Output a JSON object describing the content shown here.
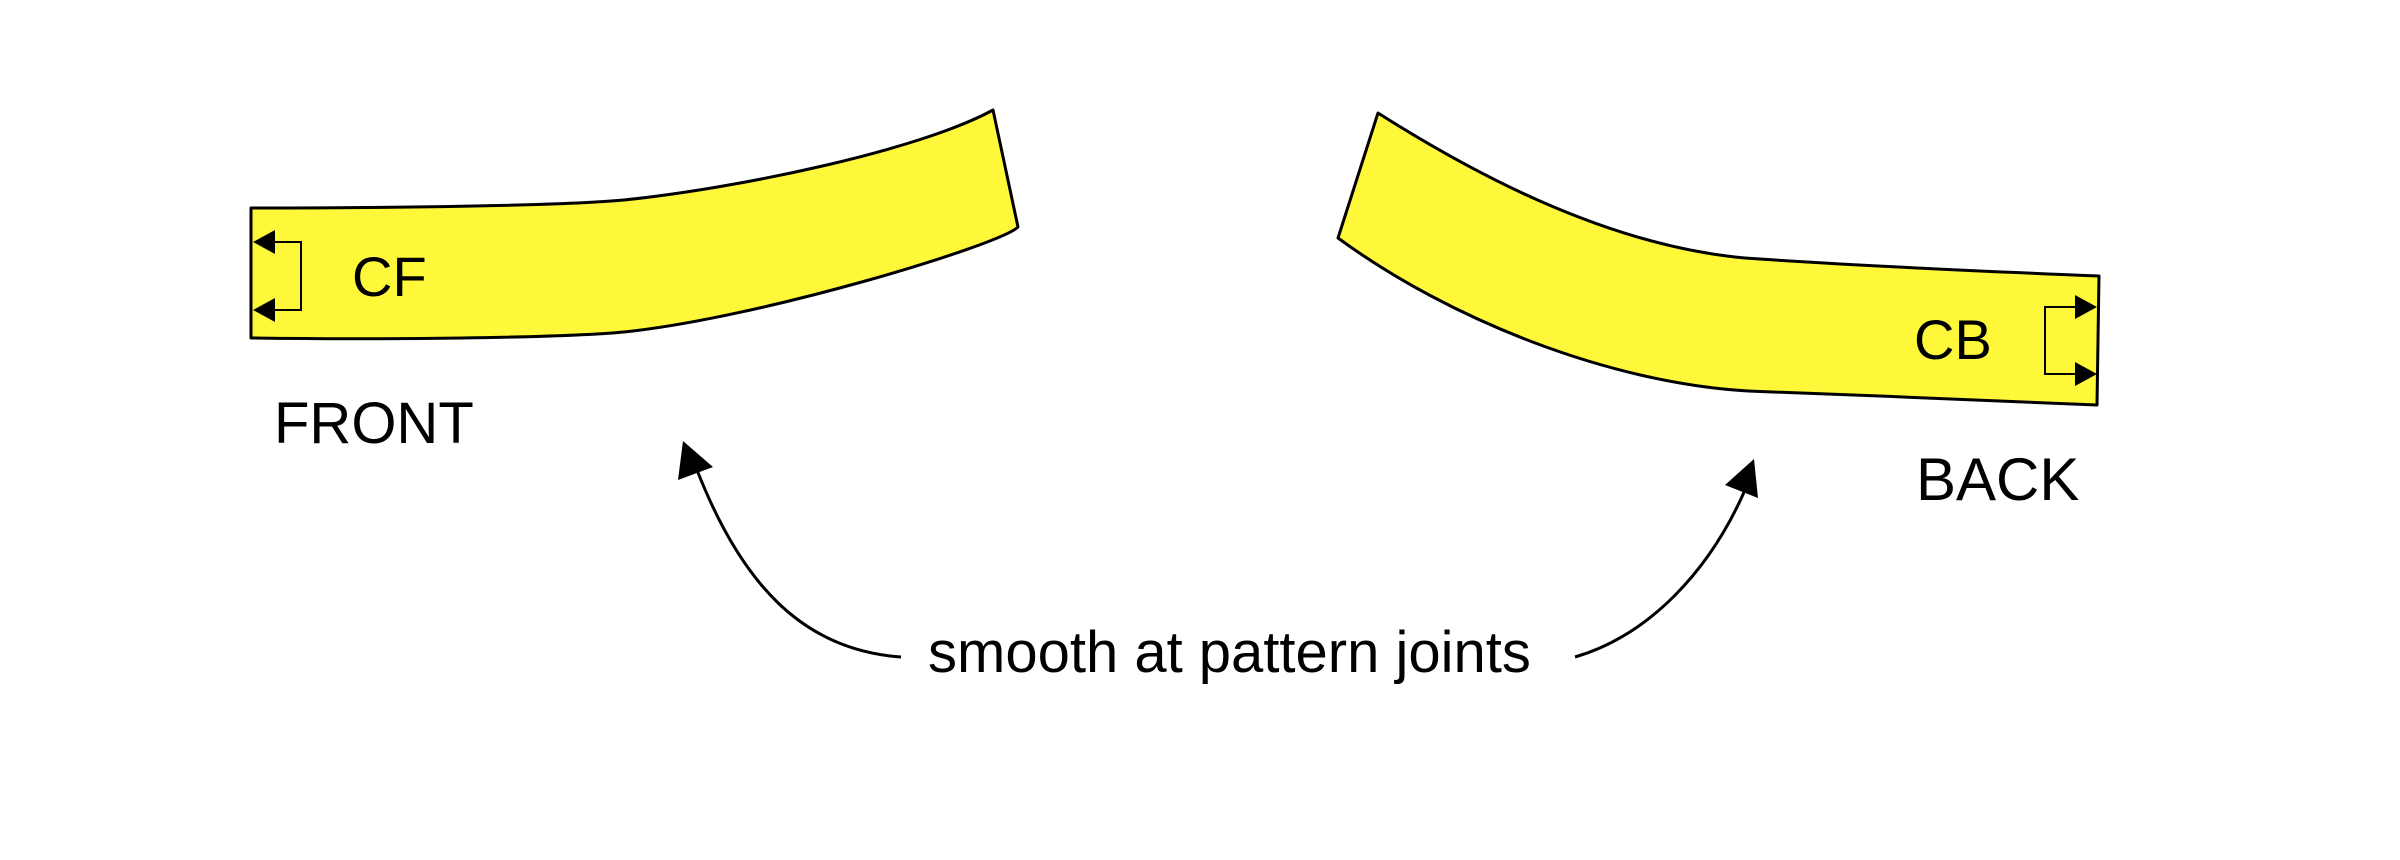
{
  "diagram": {
    "colors": {
      "piece_fill": "#fff73a",
      "outline": "#000000",
      "background": "#ffffff"
    },
    "front_piece": {
      "name": "FRONT",
      "center_mark": "CF",
      "center_mark_arrows": "left"
    },
    "back_piece": {
      "name": "BACK",
      "center_mark": "CB",
      "center_mark_arrows": "right"
    },
    "annotation": {
      "text": "smooth at pattern joints",
      "arrows": [
        "left-arrow-to-front-joint",
        "right-arrow-to-back-joint"
      ]
    }
  }
}
